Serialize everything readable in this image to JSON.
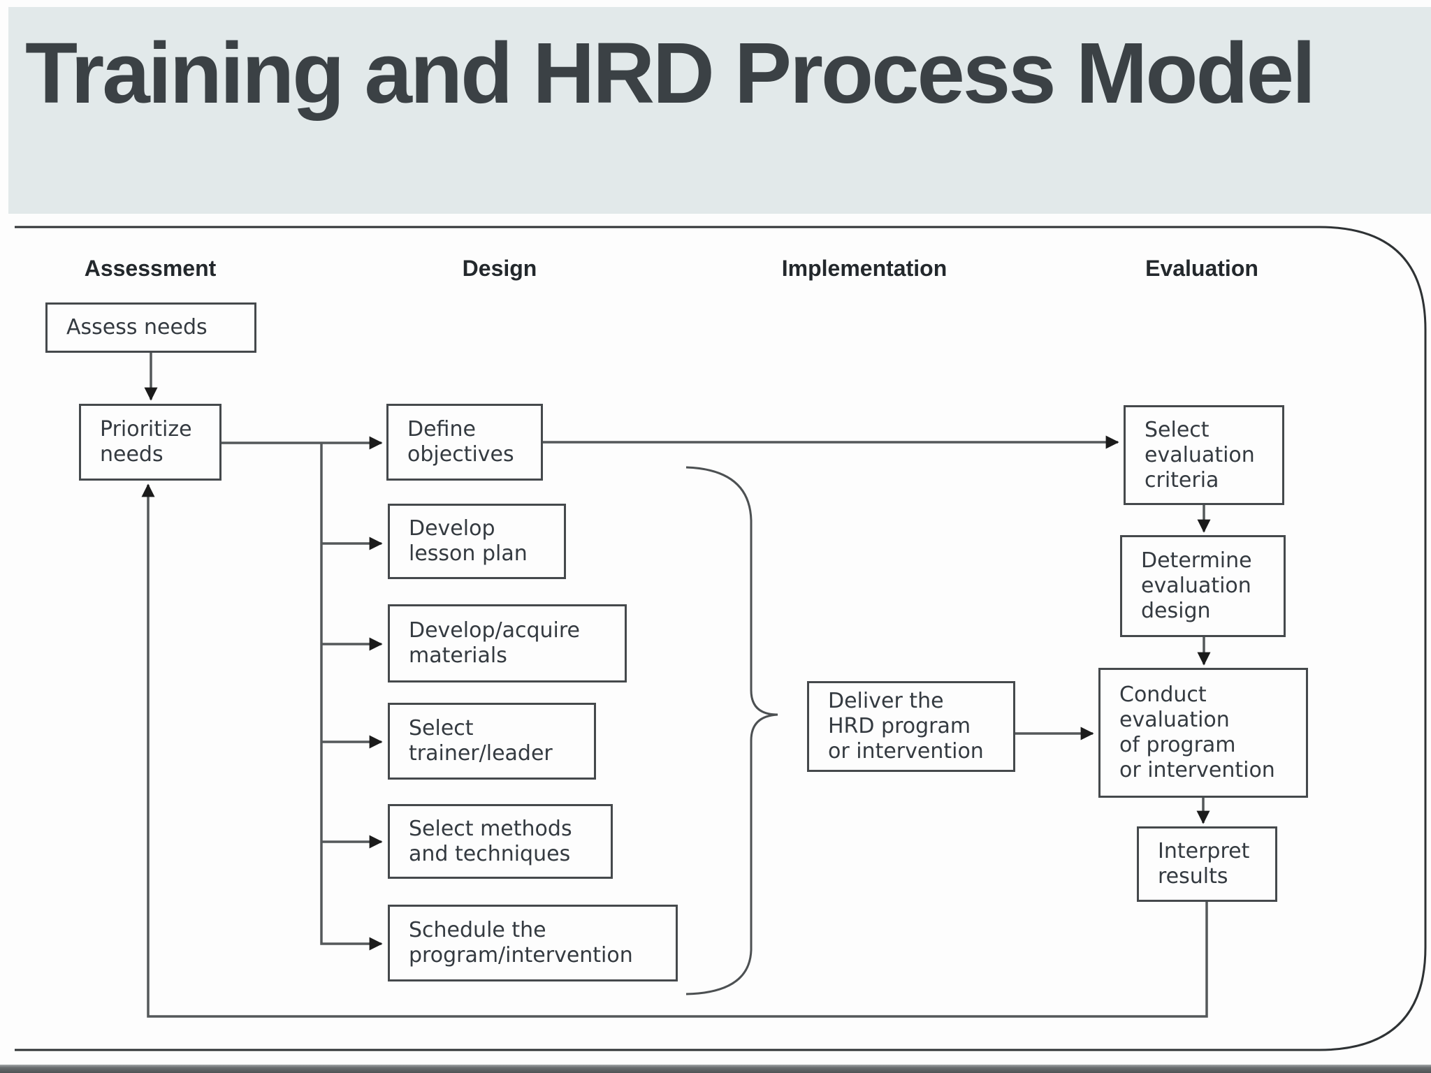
{
  "title": "Training and HRD Process Model",
  "phases": [
    {
      "label": "Assessment"
    },
    {
      "label": "Design"
    },
    {
      "label": "Implementation"
    },
    {
      "label": "Evaluation"
    }
  ],
  "nodes": {
    "assess_needs": {
      "label": "Assess needs"
    },
    "prioritize_needs": {
      "label": "Prioritize\nneeds"
    },
    "define_objectives": {
      "label": "Define\nobjectives"
    },
    "develop_lesson_plan": {
      "label": "Develop\nlesson plan"
    },
    "develop_acquire_materials": {
      "label": "Develop/acquire\nmaterials"
    },
    "select_trainer_leader": {
      "label": "Select\ntrainer/leader"
    },
    "select_methods_techniques": {
      "label": "Select methods\nand techniques"
    },
    "schedule_program": {
      "label": "Schedule the\nprogram/intervention"
    },
    "deliver_hrd_program": {
      "label": "Deliver the\nHRD program\nor intervention"
    },
    "select_evaluation_criteria": {
      "label": "Select\nevaluation\ncriteria"
    },
    "determine_evaluation_design": {
      "label": "Determine\nevaluation\ndesign"
    },
    "conduct_evaluation": {
      "label": "Conduct\nevaluation\nof program\nor intervention"
    },
    "interpret_results": {
      "label": "Interpret\nresults"
    }
  },
  "colors": {
    "header_band": "#e2e9ea",
    "title_text": "#3b4145",
    "box_border": "#45494c",
    "box_text": "#343a40",
    "connector_line": "#54585a",
    "arrowhead": "#1b1b1b",
    "outer_border": "#2e3234",
    "bottom_bar": "#4e5254"
  }
}
